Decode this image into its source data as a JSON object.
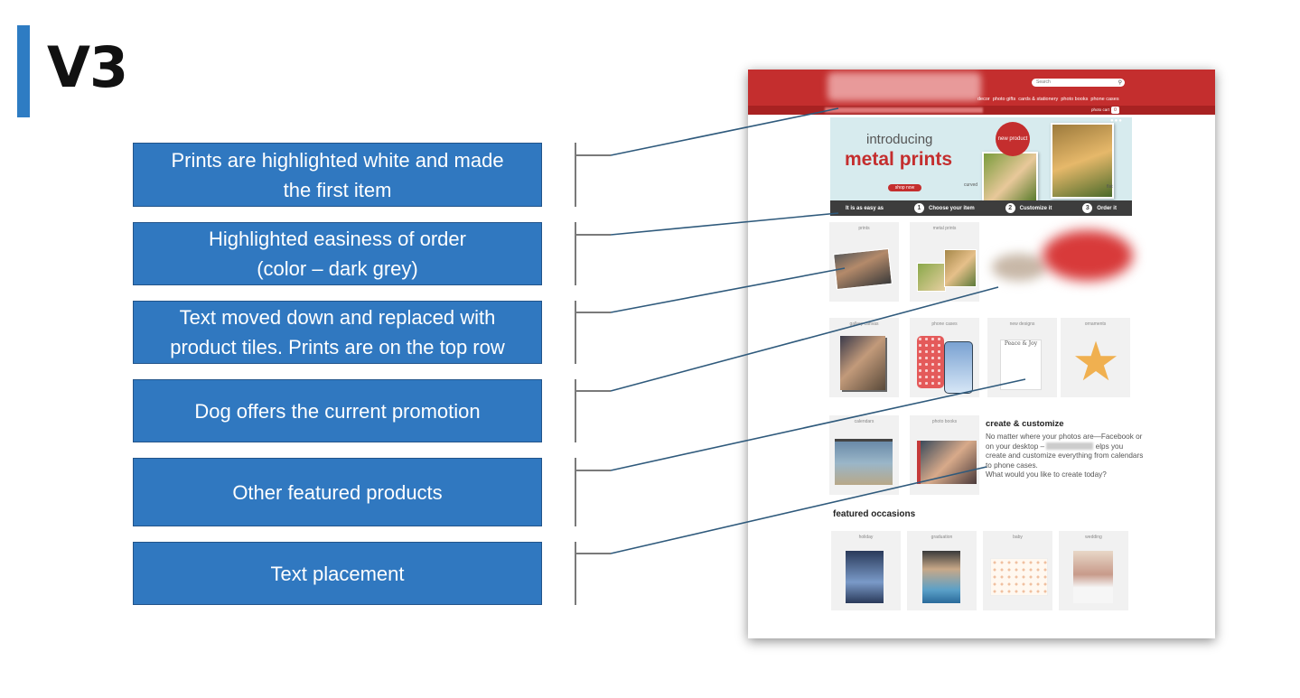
{
  "slide": {
    "title": "V3",
    "accent_color": "#2e7cc3",
    "note_color": "#3078c0"
  },
  "annotations": [
    {
      "line1": "Prints are highlighted white and made",
      "line2": "the first item"
    },
    {
      "line1": "Highlighted easiness of order",
      "line2": "(color – dark grey)"
    },
    {
      "line1": "Text moved down and replaced with",
      "line2": "product tiles. Prints are on the top row"
    },
    {
      "line1": "Dog offers the current promotion",
      "line2": ""
    },
    {
      "line1": "Other featured products",
      "line2": ""
    },
    {
      "line1": "Text placement",
      "line2": ""
    }
  ],
  "mockup": {
    "brand_color": "#c42e2e",
    "search_placeholder": "Search",
    "search_icon": "magnifier-icon",
    "nav_items": [
      "decor",
      "photo gifts",
      "cards & stationery",
      "photo books",
      "phone cases"
    ],
    "strip_right_label": "photo cart",
    "strip_badge": "0",
    "hero": {
      "intro": "introducing",
      "title": "metal prints",
      "shop_button": "shop now",
      "badge": "new product",
      "curved_label": "curved",
      "flat_label": "flat"
    },
    "steps": {
      "lead": "It is as easy as",
      "items": [
        {
          "num": "1",
          "label": "Choose your item"
        },
        {
          "num": "2",
          "label": "Customize it"
        },
        {
          "num": "3",
          "label": "Order it"
        }
      ]
    },
    "top_tiles": [
      "prints",
      "metal prints"
    ],
    "mid_tiles": [
      "gallery canvas",
      "phone cases",
      "new designs",
      "ornaments"
    ],
    "lower_tiles": [
      "calendars",
      "photo books"
    ],
    "card_text": "Peace & Joy",
    "create": {
      "title": "create & customize",
      "text_a": "No matter where your photos are—Facebook or on your desktop –",
      "text_b": "elps you create and customize everything from calendars to phone cases.",
      "text_c": "What would you like to create today?"
    },
    "featured_title": "featured occasions",
    "occasion_tiles": [
      "holiday",
      "graduation",
      "baby",
      "wedding"
    ]
  }
}
